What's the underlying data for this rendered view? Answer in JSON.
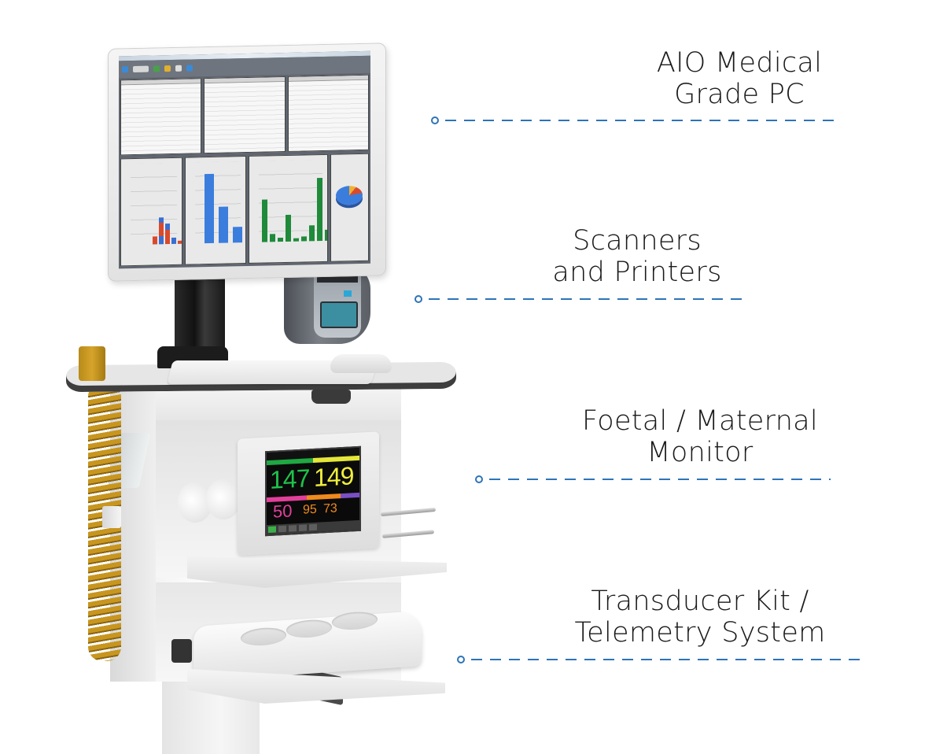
{
  "labels": [
    {
      "id": "aio-pc",
      "lines": [
        "AIO Medical",
        "Grade PC"
      ]
    },
    {
      "id": "scanners-printers",
      "lines": [
        "Scanners",
        "and Printers"
      ]
    },
    {
      "id": "foetal-maternal-monitor",
      "lines": [
        "Foetal / Maternal",
        "Monitor"
      ]
    },
    {
      "id": "transducer-telemetry",
      "lines": [
        "Transducer Kit /",
        "Telemetry System"
      ]
    }
  ],
  "foetal_monitor_screen": {
    "fhr1": "147",
    "fhr2": "149",
    "maternal_hr": "50",
    "spo2": "95",
    "pulse": "73",
    "colors": {
      "fhr1": "#1fc24a",
      "fhr2": "#f0ee3c",
      "maternal": "#e0409a",
      "spo2": "#f08a1c",
      "nibp": "#7b4fc4"
    }
  },
  "colors": {
    "accent_line": "#2d74b8",
    "label_text": "#1a1a1a",
    "cable": "#c8961f"
  }
}
